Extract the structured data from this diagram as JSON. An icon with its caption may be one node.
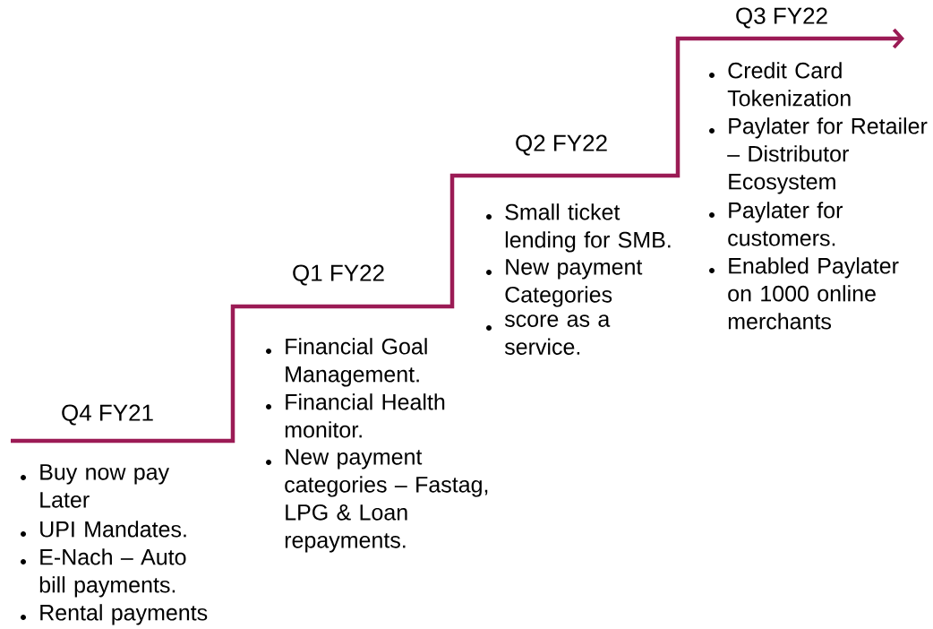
{
  "diagram": {
    "labels": [
      "Q4 FY21",
      "Buy now pay Later",
      "UPI Mandates.",
      "E-Nach – Auto bill payments.",
      "Rental payments",
      "Q1 FY22",
      "Financial Goal Management.",
      "Financial Health monitor.",
      "New payment categories – Fastag, LPG & Loan repayments.",
      "Q2 FY22",
      "Small ticket lending for SMB.",
      "New payment Categories",
      "score as a service.",
      "Q3 FY22",
      "Credit Card Tokenization",
      "Paylater for Retailer – Distributor Ecosystem",
      "Paylater for customers.",
      "Enabled Paylater on 1000 online merchants"
    ]
  }
}
